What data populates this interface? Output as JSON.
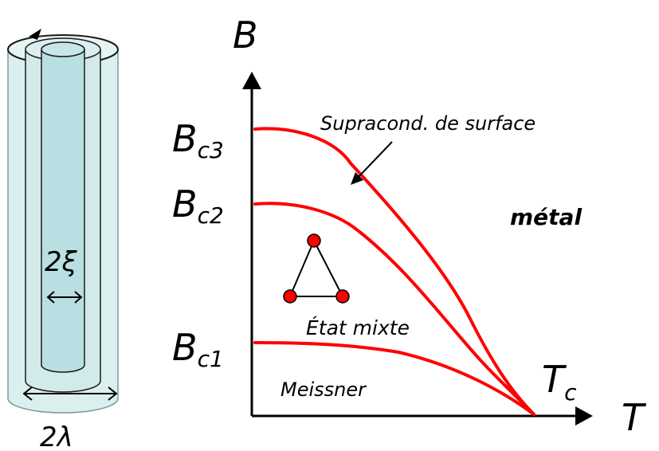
{
  "vortex": {
    "xi_label": "2ξ",
    "lambda_label": "2λ"
  },
  "axes": {
    "y_label": "B",
    "x_label": "T"
  },
  "fields": {
    "bc3": {
      "base": "B",
      "sub": "c3"
    },
    "bc2": {
      "base": "B",
      "sub": "c2"
    },
    "bc1": {
      "base": "B",
      "sub": "c1"
    },
    "tc": {
      "base": "T",
      "sub": "c"
    }
  },
  "regions": {
    "surface": "Supracond. de surface",
    "metal": "métal",
    "mixed": "État mixte",
    "meissner": "Meissner"
  },
  "colors": {
    "curve": "#ff0000",
    "cylinder_fill": "#dcefef",
    "core_fill": "#b9dfe2",
    "stroke": "#1a1a1a"
  }
}
